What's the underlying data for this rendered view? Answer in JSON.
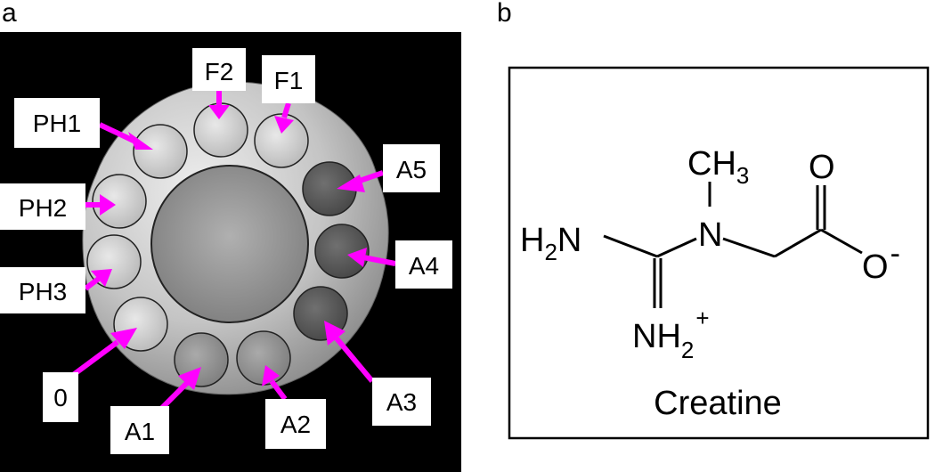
{
  "panel_a": {
    "letter": "a",
    "tubes": [
      {
        "id": "F2"
      },
      {
        "id": "F1"
      },
      {
        "id": "PH1"
      },
      {
        "id": "A5"
      },
      {
        "id": "PH2"
      },
      {
        "id": "A4"
      },
      {
        "id": "PH3"
      },
      {
        "id": "0"
      },
      {
        "id": "A3"
      },
      {
        "id": "A1"
      },
      {
        "id": "A2"
      }
    ],
    "arrow_color": "#ff00ff"
  },
  "panel_b": {
    "letter": "b",
    "molecule": {
      "methyl": "CH",
      "methyl_sub": "3",
      "amine_h": "H",
      "amine_sub": "2",
      "amine_n": "N",
      "n_center": "N",
      "imine_main": "NH",
      "imine_sub": "2",
      "imine_charge": "+",
      "carbonyl_o": "O",
      "carboxylate_o": "O",
      "carboxylate_charge": "-"
    },
    "caption": "Creatine"
  }
}
